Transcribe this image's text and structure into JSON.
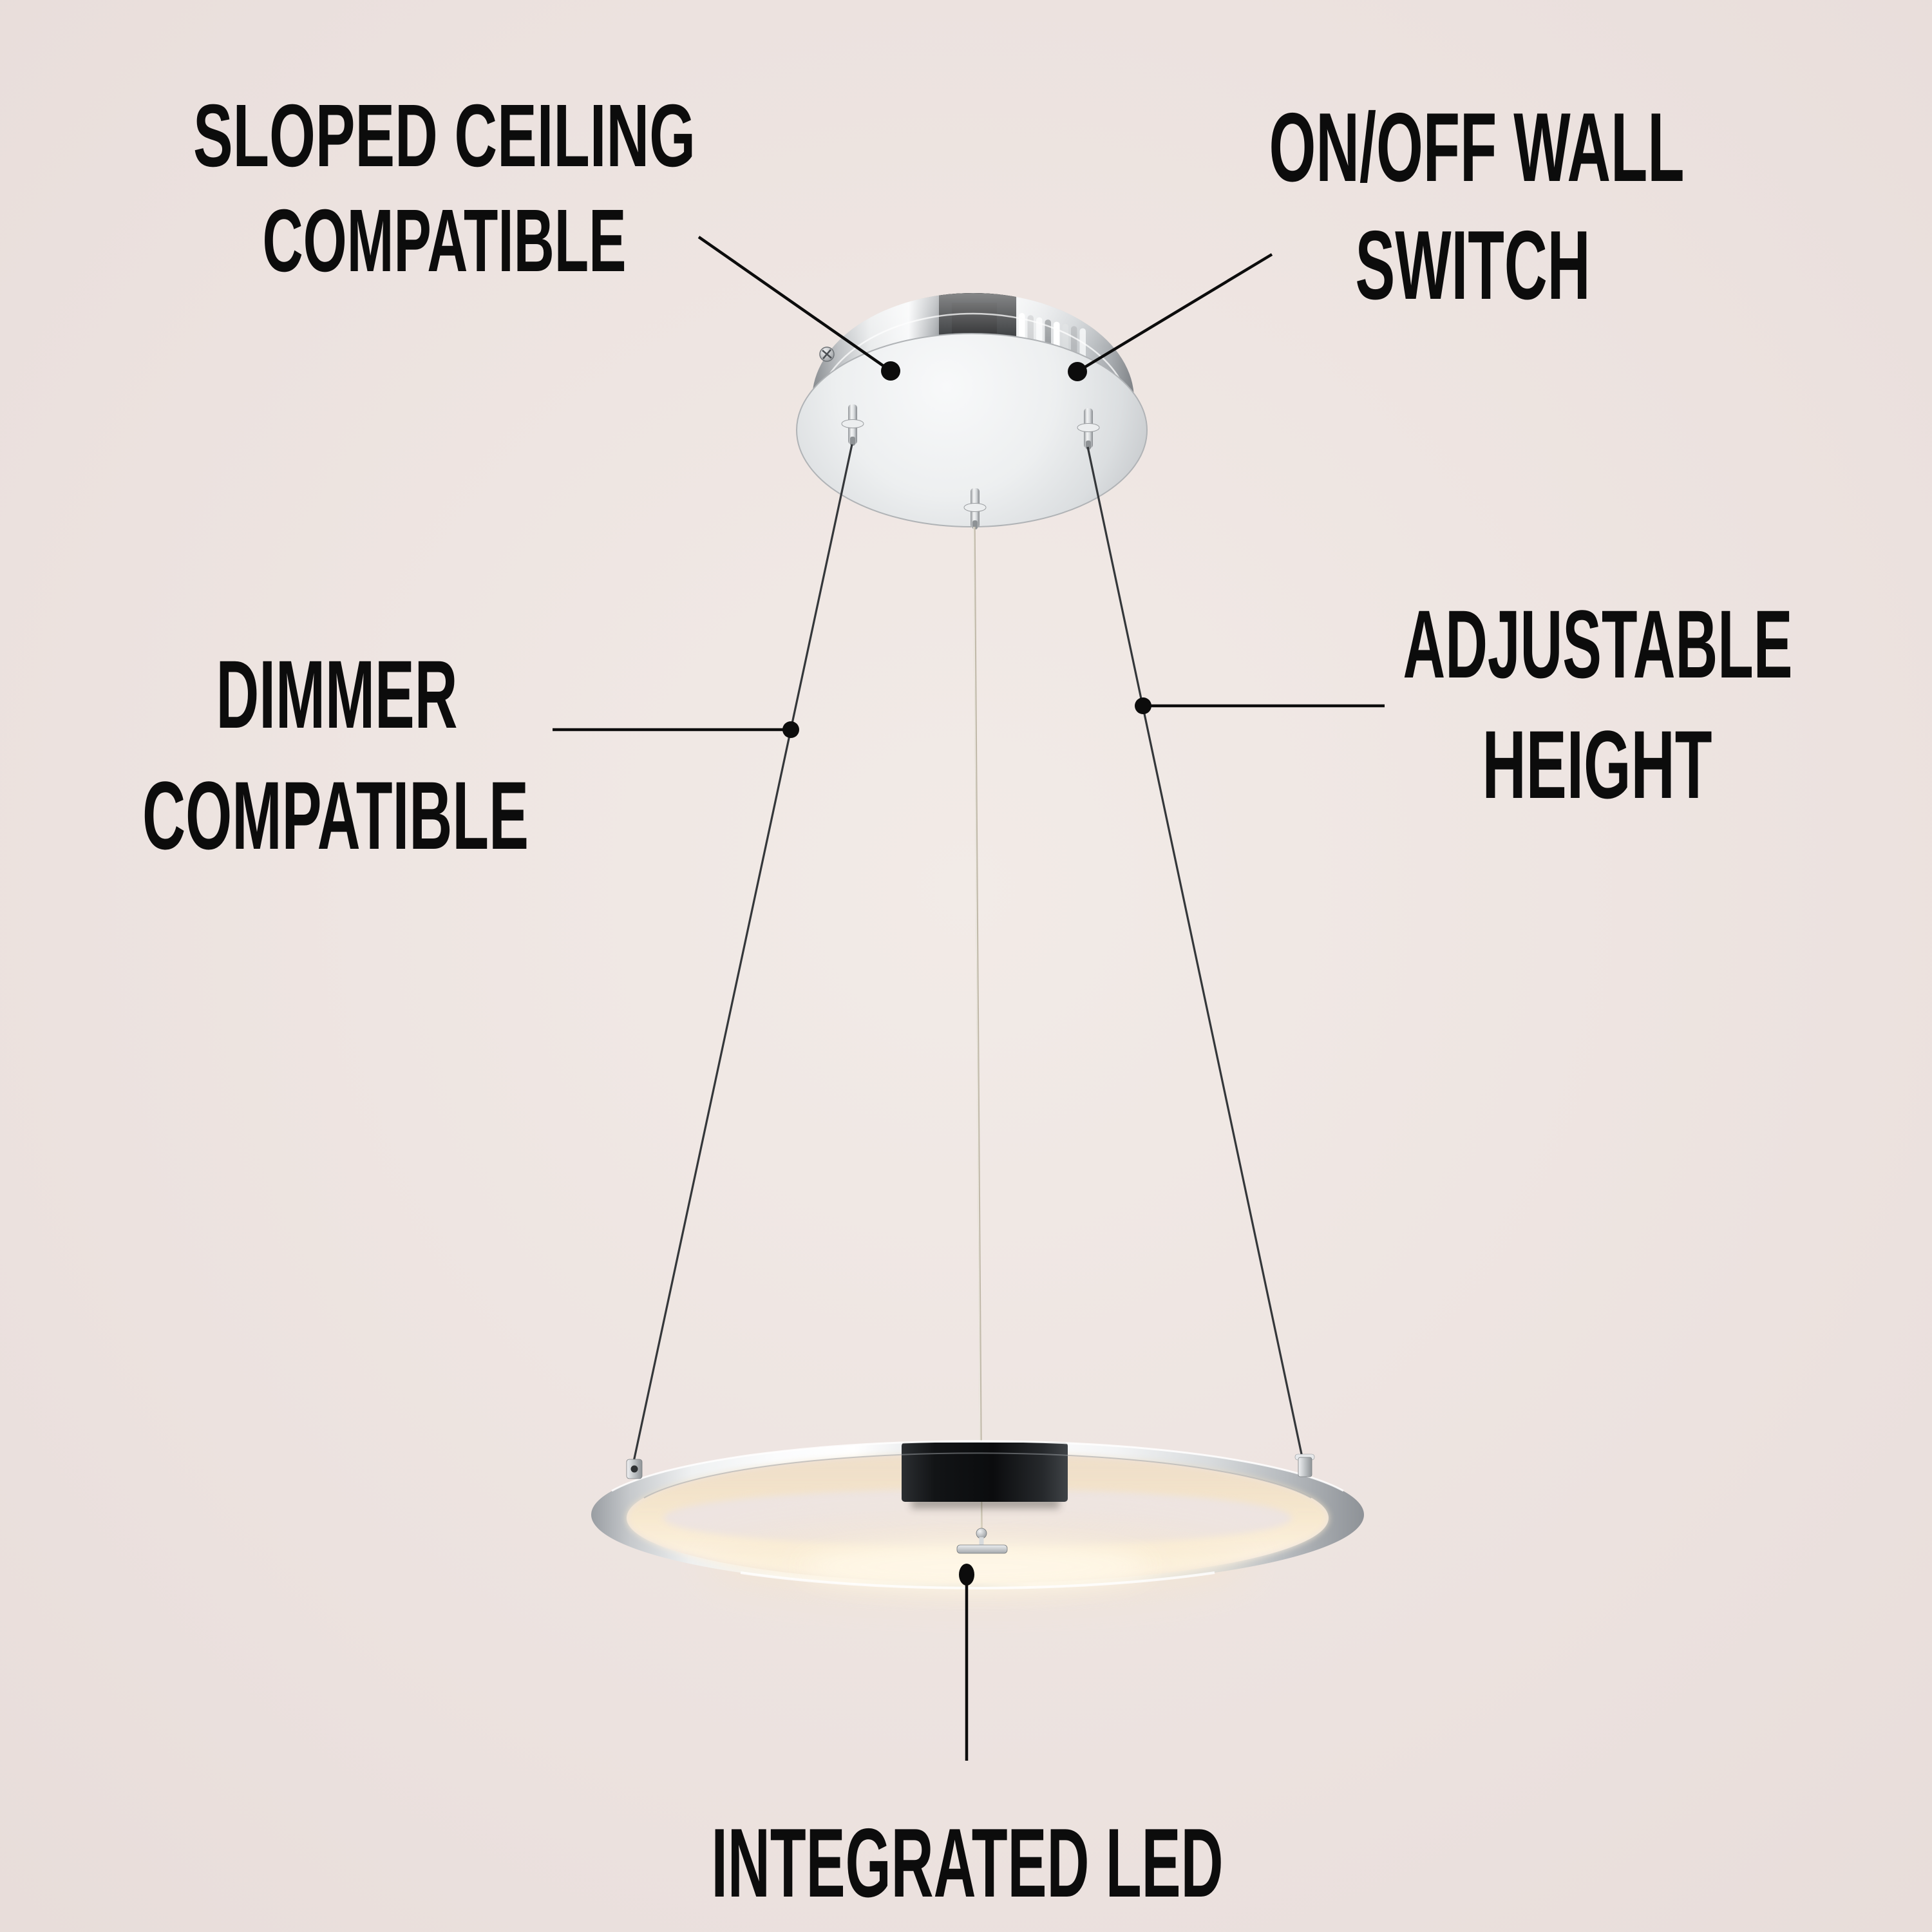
{
  "callouts": {
    "sloped_ceiling": {
      "line1": "SLOPED CEILING",
      "line2": "COMPATIBLE"
    },
    "wall_switch": {
      "line1": "ON/OFF WALL",
      "line2": "SWITCH"
    },
    "dimmer": {
      "line1": "DIMMER",
      "line2": "COMPATIBLE"
    },
    "adjustable_height": {
      "line1": "ADJUSTABLE",
      "line2": "HEIGHT"
    },
    "integrated_led": {
      "line1": "INTEGRATED LED"
    }
  },
  "colors": {
    "background": "#ede3e0",
    "background_center": "#f2ebe7",
    "background_edge": "#e7dcd9",
    "text": "#0c0c0c",
    "leader_line": "#0c0c0c",
    "chrome_light": "#f7f8f9",
    "chrome_mid": "#c8cbce",
    "chrome_dark": "#84888c",
    "connector_black": "#141618",
    "led_glow_warm": "#f2dcb9",
    "led_glow_bright": "#fff9ec",
    "cable_dark": "#3a3d3f",
    "cable_light": "#c1b9a9"
  }
}
